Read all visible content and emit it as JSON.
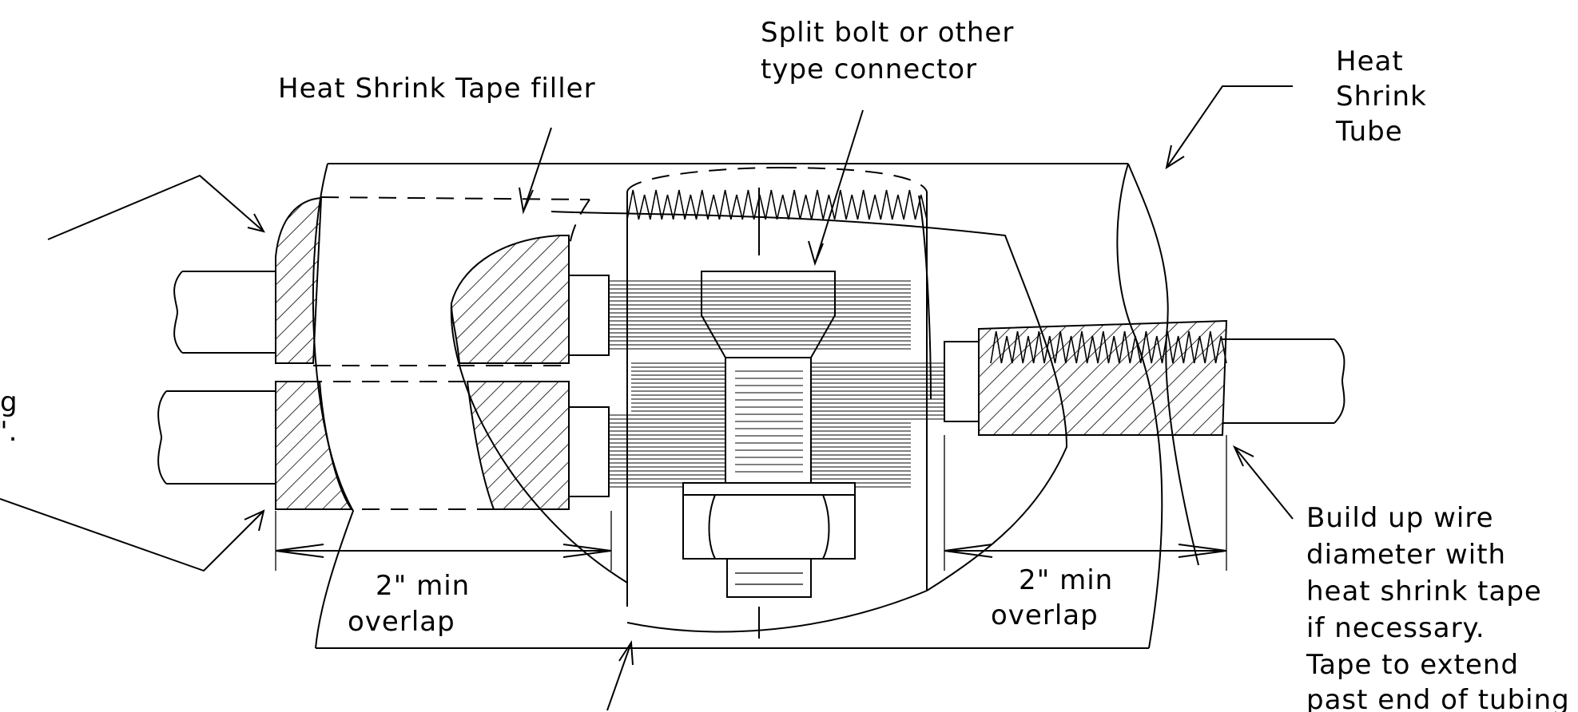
{
  "labels": {
    "split_bolt_1": "Split bolt or other",
    "split_bolt_2": "type connector",
    "tape_filler": "Heat Shrink Tape filler",
    "tube_1": "Heat",
    "tube_2": "Shrink",
    "tube_3": "Tube",
    "left_frag_1": "g",
    "left_frag_2": "\".",
    "overlap_left_1": "2\" min",
    "overlap_left_2": "overlap",
    "overlap_right_1": "2\" min",
    "overlap_right_2": "overlap",
    "buildup_1": "Build up wire",
    "buildup_2": "diameter with",
    "buildup_3": "heat shrink tape",
    "buildup_4": "if necessary.",
    "buildup_5": "Tape to extend",
    "buildup_6": "past end of tubing"
  },
  "colors": {
    "ink": "#000000",
    "background": "#ffffff"
  }
}
